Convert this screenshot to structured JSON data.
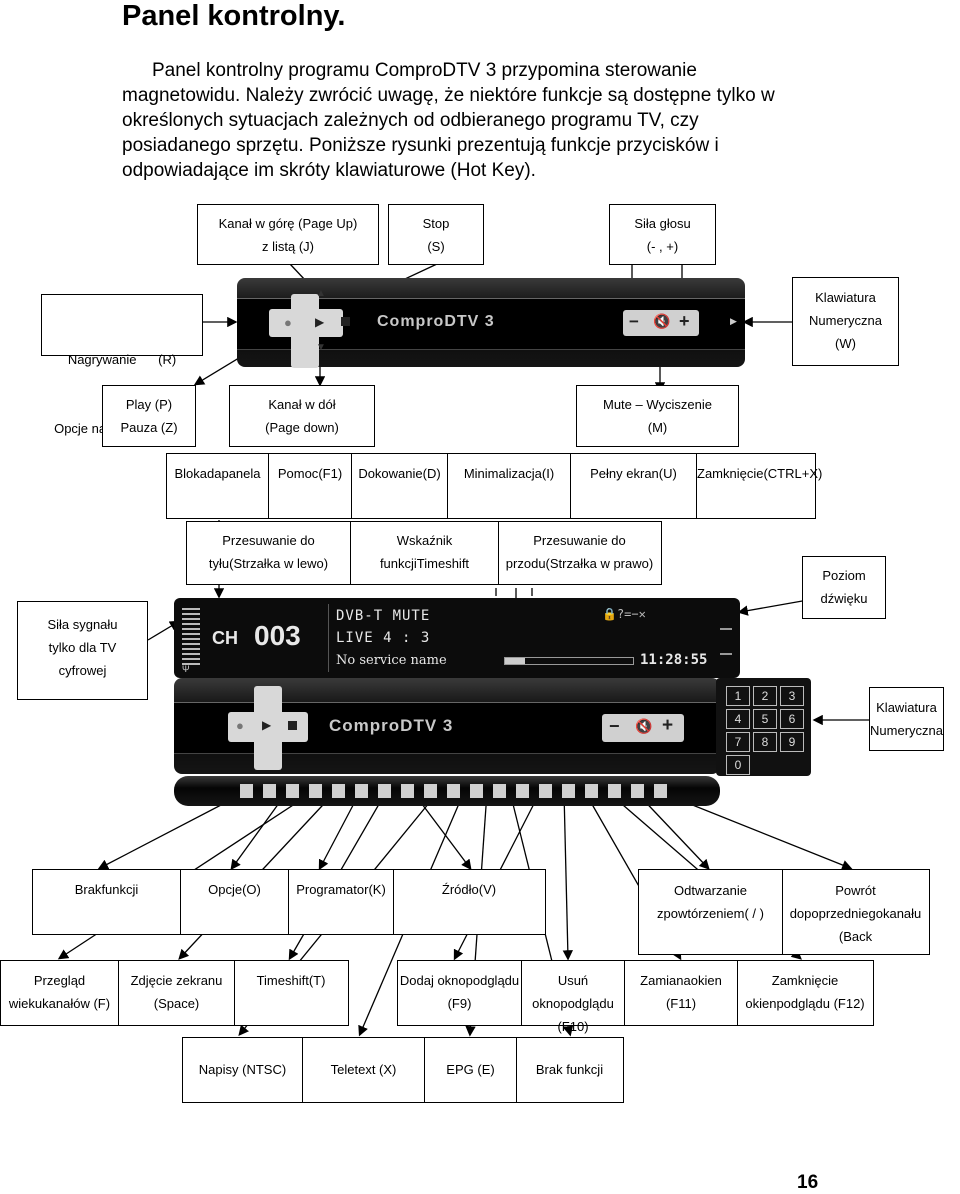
{
  "heading": "Panel kontrolny.",
  "paragraph": [
    "Panel kontrolny programu ComproDTV 3 przypomina sterowanie",
    "magnetowidu. Należy zwrócić uwagę, że niektóre funkcje są dostępne tylko w",
    "określonych sytuacjach zależnych od odbieranego programu TV, czy",
    "posiadanego sprzętu. Poniższe rysunki prezentują funkcje przycisków i",
    "odpowiadające im skróty klawiaturowe (Hot Key)."
  ],
  "top_labels": {
    "channel_up": [
      "Kanał w górę (Page Up)",
      "z listą (J)"
    ],
    "stop": [
      "Stop",
      "(S)"
    ],
    "volume": [
      "Siła głosu",
      "(- , +)"
    ],
    "record": [
      "Nagrywanie      (R)",
      "Opcje nagrywania    (Y)"
    ],
    "keypad": [
      "Klawiatura",
      "Numeryczna",
      "(W)"
    ],
    "play": [
      "Play (P)",
      "Pauza (Z)"
    ],
    "channel_down": [
      "Kanał w dół",
      "(Page down)"
    ],
    "mute": [
      "Mute – Wyciszenie",
      "(M)"
    ]
  },
  "window_buttons": [
    [
      "Blokada",
      "panela"
    ],
    [
      "Pomoc",
      "(F1)"
    ],
    [
      "Dokowanie",
      "(D)"
    ],
    [
      "Minimalizacja",
      "(I)"
    ],
    [
      "Pełny ekran",
      "(U)"
    ],
    [
      "Zamknięcie",
      "(CTRL+X)"
    ]
  ],
  "timeshift_labels": [
    [
      "Przesuwanie do tyłu",
      "(Strzałka w lewo)"
    ],
    [
      "Wskaźnik funkcji",
      "Timeshift"
    ],
    [
      "Przesuwanie do przodu",
      "(Strzałka w prawo)"
    ]
  ],
  "audio_level": [
    "Poziom",
    "dźwięku"
  ],
  "signal": [
    "Siła sygnału",
    "tylko dla TV",
    "cyfrowej"
  ],
  "keypad2": [
    "Klawiatura",
    "Numeryczna"
  ],
  "panel": {
    "brand": "ComproDTV 3",
    "ch_prefix": "CH",
    "ch_number": "003",
    "lcd_line1": "DVB-T MUTE",
    "lcd_line2": "LIVE 4 : 3",
    "lcd_line3": "No service name",
    "clock": "11:28:55",
    "keys": [
      "1",
      "2",
      "3",
      "4",
      "5",
      "6",
      "7",
      "8",
      "9",
      "0"
    ],
    "lcd_icons": "🔒?=−✕"
  },
  "bottom_row1": [
    [
      "Brak",
      "funkcji"
    ],
    [
      "Opcje",
      "(O)"
    ],
    [
      "Programator",
      "(K)"
    ],
    [
      "Źródło",
      "(V)"
    ]
  ],
  "bottom_row1_right": [
    [
      "Odtwarzanie z",
      "powtórzeniem",
      "( / )"
    ],
    [
      "Powrót do",
      "poprzedniego",
      "kanału (Back"
    ]
  ],
  "bottom_row2_left": [
    [
      "Przegląd wieku",
      "kanałów (F)"
    ],
    [
      "Zdjęcie z",
      "ekranu (Space)"
    ],
    [
      "Timeshift",
      "(T)"
    ]
  ],
  "bottom_row2_right": [
    [
      "Dodaj okno",
      "podglądu (F9)"
    ],
    [
      "Usuń okno",
      "podglądu (F10)"
    ],
    [
      "Zamiana",
      "okien (F11)"
    ],
    [
      "Zamknięcie okien",
      "podglądu (F12)"
    ]
  ],
  "bottom_row3": [
    "Napisy (NTSC)",
    "Teletext (X)",
    "EPG (E)",
    "Brak funkcji"
  ],
  "page_number": "16"
}
